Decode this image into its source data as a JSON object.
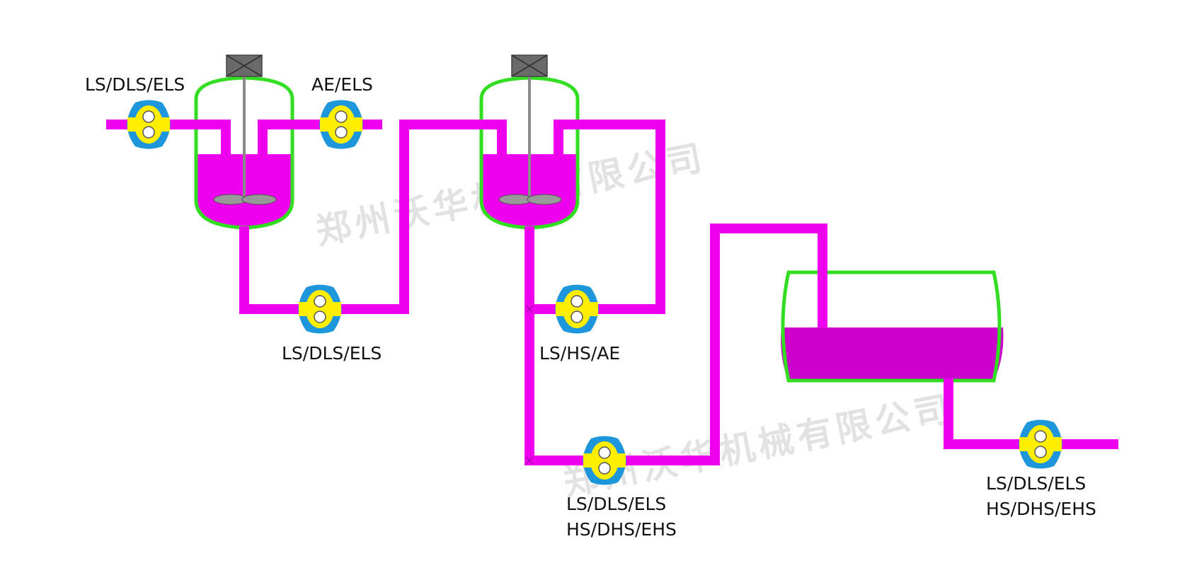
{
  "colors": {
    "pipe": "#ee00ee",
    "vessel_outline": "#33dd22",
    "liquid": "#ee00ee",
    "liquid_tank": "#cc00cc",
    "motor": "#6a6a6a",
    "shaft": "#8a8a8a",
    "pump_outer": "#1e96dc",
    "pump_inner": "#ffee00",
    "watermark": "#d9d9d9"
  },
  "watermark": {
    "text": "郑州沃华机械有限公司"
  },
  "labels": {
    "pump1_top": "LS/DLS/ELS",
    "pump2_top": "AE/ELS",
    "pump3_mid": "LS/DLS/ELS",
    "pump4_mid": "LS/HS/AE",
    "pump5_line1": "LS/DLS/ELS",
    "pump5_line2": "HS/DHS/EHS",
    "pump6_line1": "LS/DLS/ELS",
    "pump6_line2": "HS/DHS/EHS"
  },
  "icons": {
    "pump": "rotary-lobe-pump-icon",
    "motor": "motor-icon",
    "agitator": "agitator-icon"
  }
}
